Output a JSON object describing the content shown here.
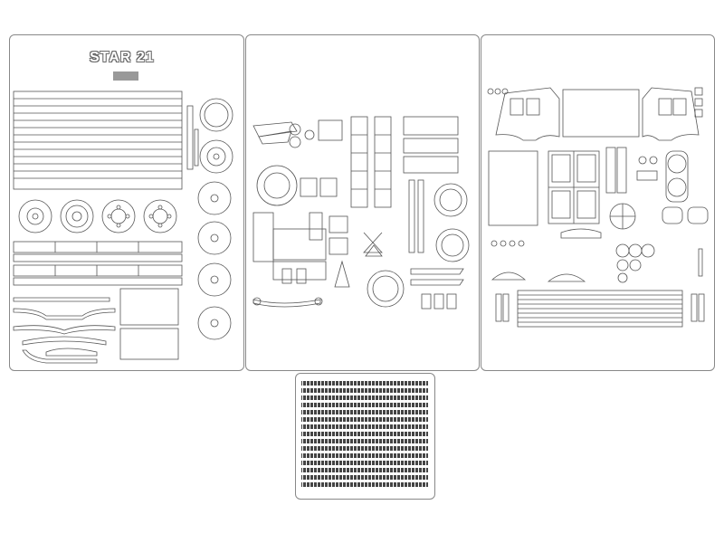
{
  "sheets": [
    {
      "id": "sheet-1",
      "title": "STAR 21"
    },
    {
      "id": "sheet-2",
      "title": ""
    },
    {
      "id": "sheet-3",
      "title": ""
    },
    {
      "id": "sheet-4",
      "title": ""
    }
  ],
  "colors": {
    "outline": "#555555",
    "sheet_border": "#888888",
    "background": "#ffffff"
  }
}
